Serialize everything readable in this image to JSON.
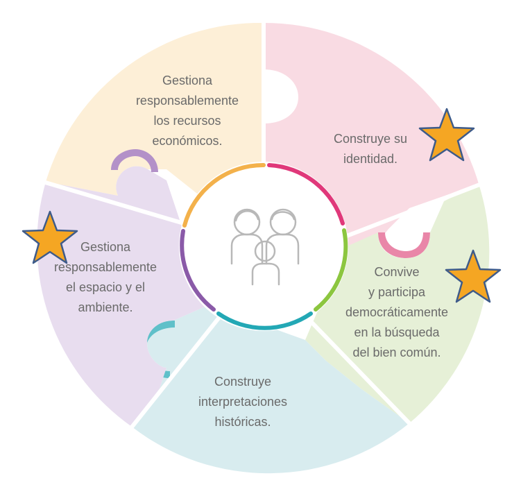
{
  "segments": [
    {
      "key": "economic",
      "label_lines": [
        "Gestiona",
        "responsablemente",
        "los recursos",
        "económicos."
      ],
      "fill": "#fdefd7",
      "accent": "#f3b14b"
    },
    {
      "key": "identity",
      "label_lines": [
        "Construye su",
        "identidad."
      ],
      "fill": "#f9dbe3",
      "accent": "#e0387a"
    },
    {
      "key": "democracy",
      "label_lines": [
        "Convive",
        "y participa",
        "democráticamente",
        "en la búsqueda",
        "del bien común."
      ],
      "fill": "#e6f0d7",
      "accent": "#8cc63f"
    },
    {
      "key": "history",
      "label_lines": [
        "Construye",
        "interpretaciones",
        "históricas."
      ],
      "fill": "#d8ecef",
      "accent": "#23a8b5"
    },
    {
      "key": "space",
      "label_lines": [
        "Gestiona",
        "responsablemente",
        "el espacio y el",
        "ambiente."
      ],
      "fill": "#e8ddef",
      "accent": "#8a5aa8"
    }
  ],
  "center_icon": "family-icon",
  "star_icon": "star-icon",
  "colors": {
    "star_fill": "#f5a623",
    "star_stroke": "#3e5b8a",
    "text": "#6a6a6a",
    "icon_line": "#b8b8b8"
  }
}
